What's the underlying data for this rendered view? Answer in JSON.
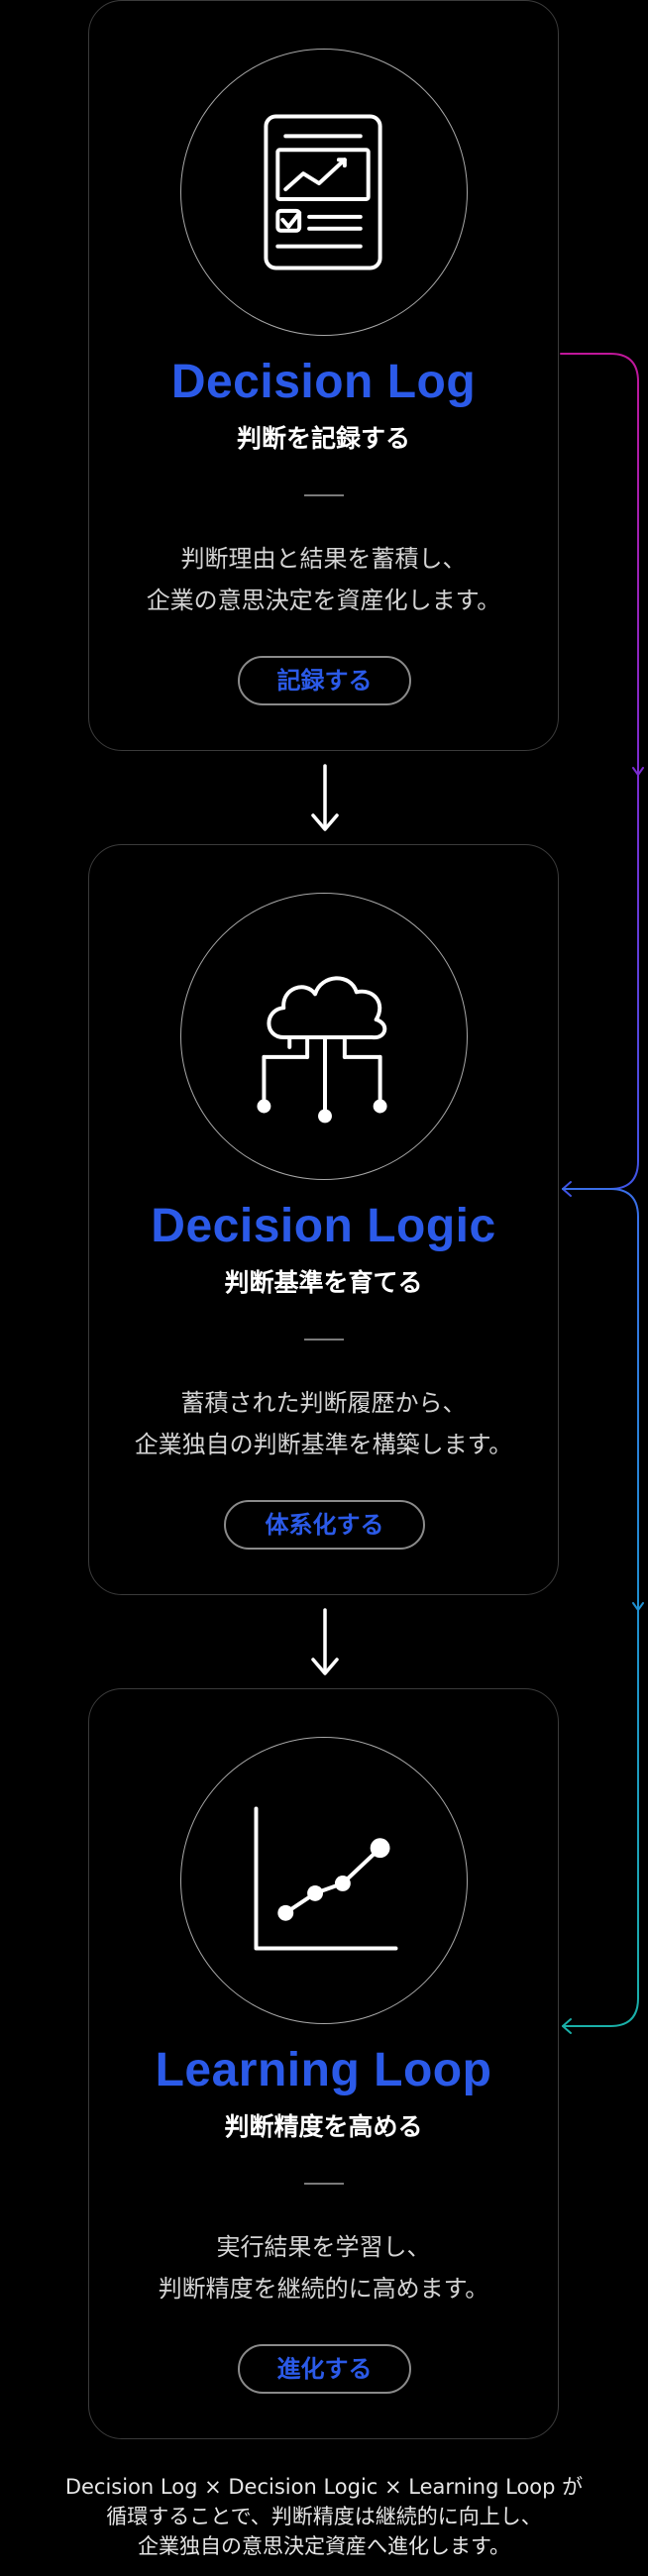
{
  "steps": [
    {
      "icon": "report-chart-icon",
      "title": "Decision Log",
      "subtitle": "判断を記録する",
      "description": [
        "判断理由と結果を蓄積し、",
        "企業の意思決定を資産化します。"
      ],
      "button_label": "記録する"
    },
    {
      "icon": "cloud-network-icon",
      "title": "Decision Logic",
      "subtitle": "判断基準を育てる",
      "description": [
        "蓄積された判断履歴から、",
        "企業独自の判断基準を構築します。"
      ],
      "button_label": "体系化する"
    },
    {
      "icon": "growth-line-chart-icon",
      "title": "Learning Loop",
      "subtitle": "判断精度を高める",
      "description": [
        "実行結果を学習し、",
        "判断精度を継続的に高めます。"
      ],
      "button_label": "進化する"
    }
  ],
  "footer": {
    "lines": [
      "Decision Log × Decision Logic × Learning Loop が",
      "循環することで、判断精度は継続的に向上し、",
      "企業独自の意思決定資産へ進化します。"
    ]
  },
  "colors": {
    "accent": "#2b5ae8",
    "loop_gradient_top": "#c0179a",
    "loop_gradient_mid": "#5b3de0",
    "loop_gradient_bottom": "#1ab0a8"
  }
}
